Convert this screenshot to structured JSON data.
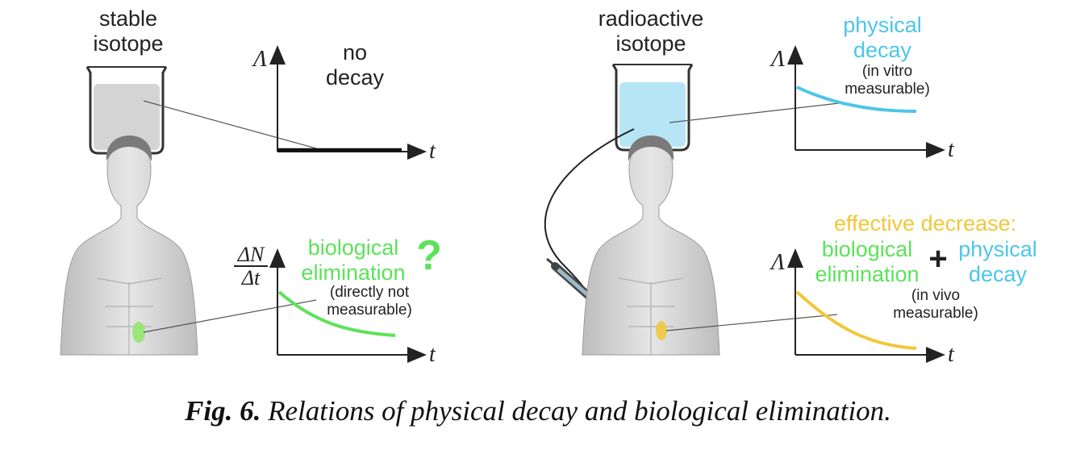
{
  "left": {
    "beaker_label": "stable isotope",
    "beaker_label_l1": "stable",
    "beaker_label_l2": "isotope",
    "top_graph": {
      "y_axis": "Λ",
      "x_axis": "t",
      "text_l1": "no",
      "text_l2": "decay"
    },
    "bottom_graph": {
      "y_axis_num": "ΔN",
      "y_axis_den": "Δt",
      "x_axis": "t",
      "title_l1": "biological",
      "title_l2": "elimination",
      "question": "?",
      "note_l1": "(directly not",
      "note_l2": "measurable)"
    }
  },
  "right": {
    "beaker_label_l1": "radioactive",
    "beaker_label_l2": "isotope",
    "top_graph": {
      "y_axis": "Λ",
      "x_axis": "t",
      "title_l1": "physical",
      "title_l2": "decay",
      "note_l1": "(in vitro",
      "note_l2": "measurable)"
    },
    "bottom_graph": {
      "y_axis": "Λ",
      "x_axis": "t",
      "headline": "effective decrease:",
      "bio_l1": "biological",
      "bio_l2": "elimination",
      "plus": "+",
      "phys_l1": "physical",
      "phys_l2": "decay",
      "note_l1": "(in vivo",
      "note_l2": "measurable)"
    }
  },
  "colors": {
    "green": "#5de25a",
    "blue": "#4cc6ea",
    "yellow": "#f0c83a",
    "liquid_grey": "#d4d4d4",
    "liquid_blue": "#b6e6f6",
    "skin": "#dadada",
    "hair": "#7a7a7a"
  },
  "caption": {
    "bold": "Fig. 6.",
    "text": " Relations of physical decay and biological elimination."
  }
}
